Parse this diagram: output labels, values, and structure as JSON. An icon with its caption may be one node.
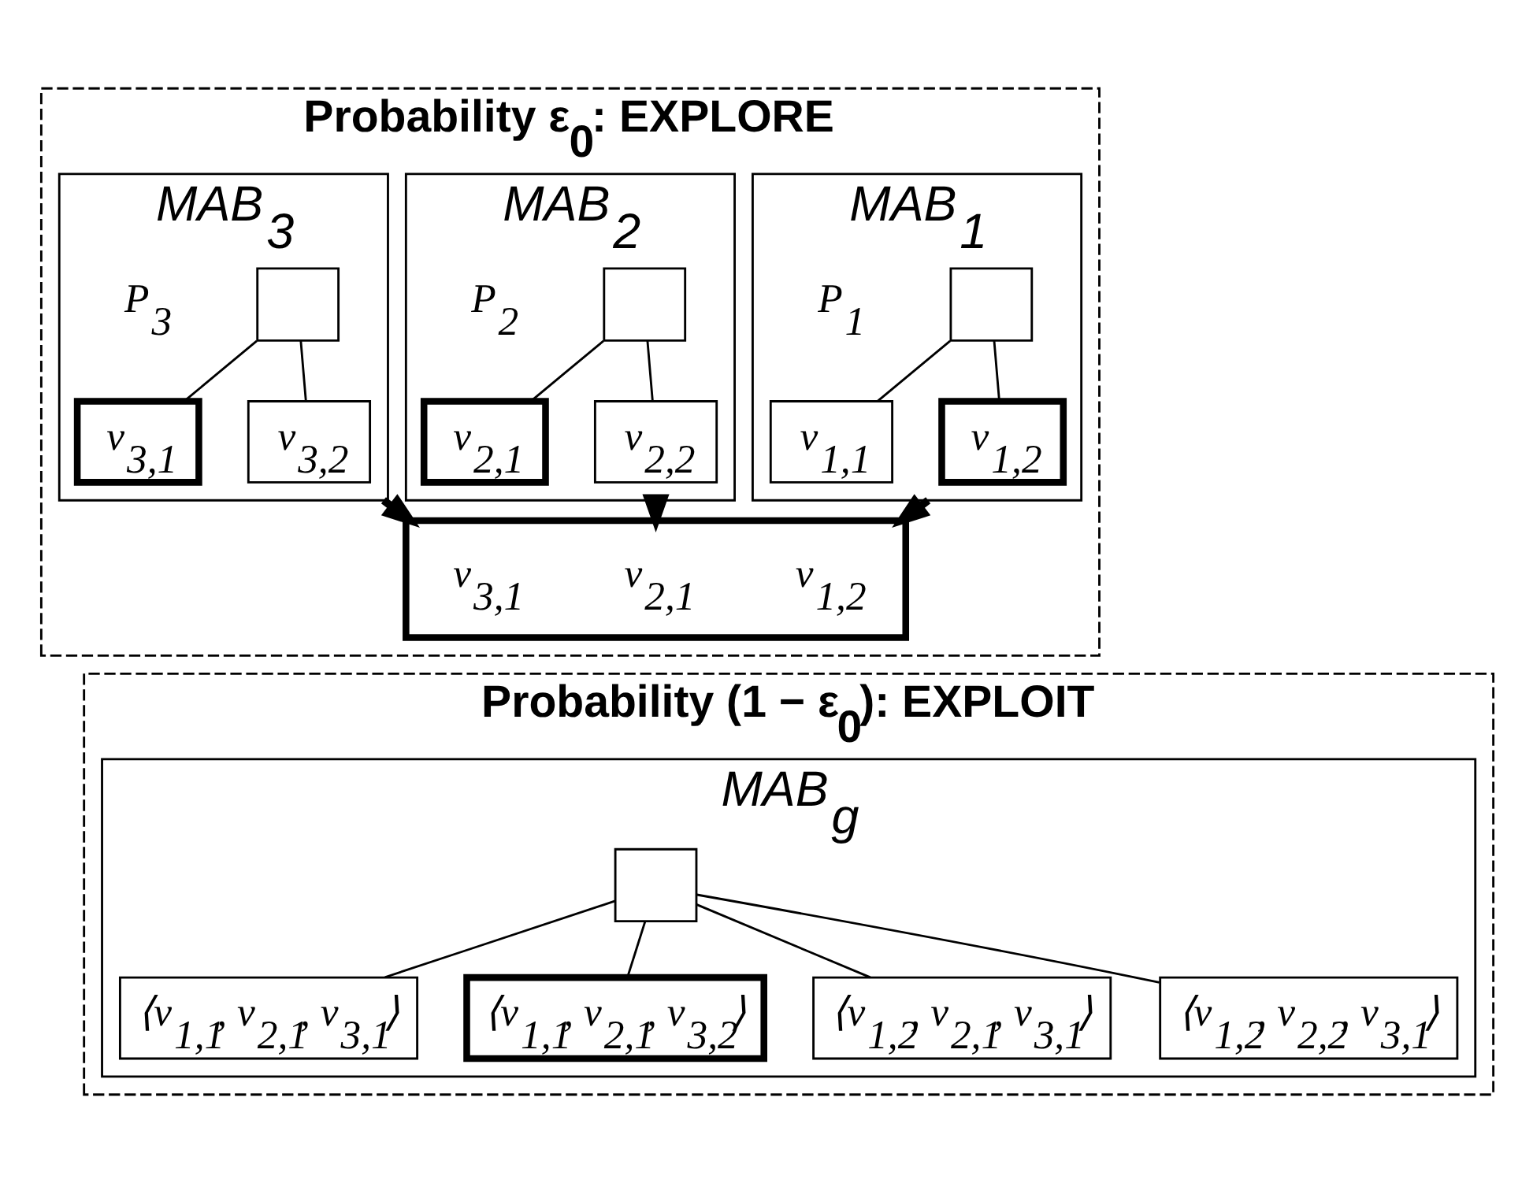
{
  "diagram": {
    "nodes": [
      {
        "text": [
          "Probability ε$_{0}$: EXPLORE"
        ]
      },
      {
        "text": [
          "MAB$_{1}$"
        ],
        "beside": [
          "P$_{1}$"
        ],
        "in": 0
      },
      {
        "text": [],
        "shape": "box",
        "in": 1
      },
      {
        "text": [
          "v$_{1,1}$"
        ],
        "in": 1
      },
      {
        "text": [
          "v$_{1,2}$"
        ],
        "in": 1
      },
      {
        "text": [
          "MAB$_{2}$"
        ],
        "beside": [
          "P$_{2}$"
        ],
        "in": 0
      },
      {
        "text": [],
        "shape": "box",
        "in": 5
      },
      {
        "text": [
          "v$_{2,1}$"
        ],
        "in": 5
      },
      {
        "text": [
          "v$_{2,2}$"
        ],
        "in": 5
      },
      {
        "text": [
          "MAB$_{3}$"
        ],
        "beside": [
          "P$_{3}$"
        ],
        "in": 0
      },
      {
        "text": [],
        "shape": "box",
        "in": 9
      },
      {
        "text": [
          "v$_{3,1}$"
        ],
        "in": 9
      },
      {
        "text": [
          "v$_{3,2}$"
        ],
        "in": 9
      },
      {
        "text": [],
        "shape": "box",
        "in": 0
      },
      {
        "text": [
          "v$_{1,2}$"
        ],
        "in": 13
      },
      {
        "text": [
          "v$_{2,1}$"
        ],
        "in": 13
      },
      {
        "text": [
          "v$_{3,1}$"
        ],
        "in": 13
      },
      {
        "text": [
          "Probability (1 − ε$_{0}$): EXPLOIT"
        ]
      },
      {
        "text": [
          "MAB$_{g}$"
        ],
        "in": 17
      },
      {
        "text": [],
        "shape": "box",
        "in": 18
      },
      {
        "text": [
          "⟨v$_{1,1}$, v$_{2,1}$, v$_{3,1}$⟩"
        ],
        "in": 18
      },
      {
        "text": [
          "⟨v$_{1,1}$, v$_{2,1}$, v$_{3,2}$⟩"
        ],
        "in": 18
      },
      {
        "text": [
          "⟨v$_{1,2}$, v$_{2,1}$, v$_{3,1}$⟩"
        ],
        "in": 18
      },
      {
        "text": [
          "⟨v$_{1,2}$, v$_{2,2}$, v$_{3,1}$⟩"
        ],
        "in": 18
      }
    ],
    "edges": [
      {
        "from": 2,
        "to": 3,
        "arrow": "none"
      },
      {
        "from": 2,
        "to": 4,
        "arrow": "none"
      },
      {
        "from": 6,
        "to": 7,
        "arrow": "none"
      },
      {
        "from": 6,
        "to": 8,
        "arrow": "none"
      },
      {
        "from": 10,
        "to": 11,
        "arrow": "none"
      },
      {
        "from": 10,
        "to": 12,
        "arrow": "none"
      },
      {
        "from": 1,
        "to": 13,
        "arrow": "to",
        "style": "thick"
      },
      {
        "from": 5,
        "to": 13,
        "arrow": "to",
        "style": "thick"
      },
      {
        "from": 9,
        "to": 13,
        "arrow": "to",
        "style": "thick"
      },
      {
        "from": 19,
        "to": 20,
        "arrow": "none"
      },
      {
        "from": 19,
        "to": 21,
        "arrow": "none"
      },
      {
        "from": 19,
        "to": 22,
        "arrow": "none"
      },
      {
        "from": 19,
        "to": 23,
        "arrow": "none"
      }
    ]
  }
}
